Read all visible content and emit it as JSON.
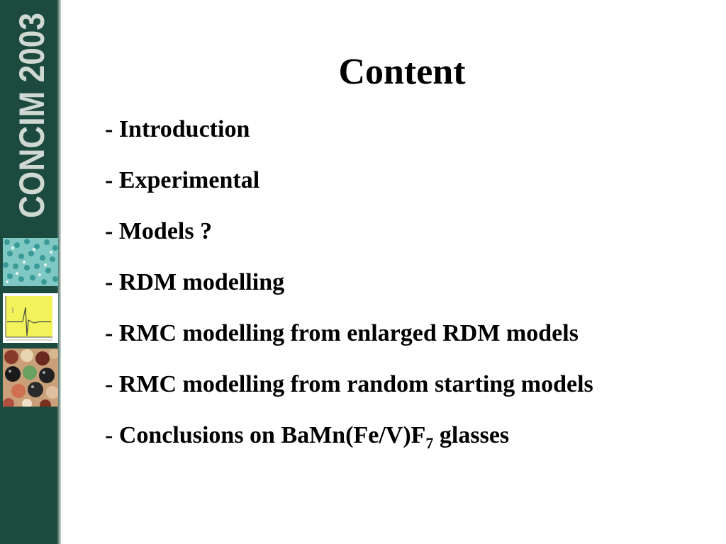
{
  "slide": {
    "sidebar": {
      "logo_text": "CONCIM 2003",
      "colors": {
        "band": "#1c4a3e",
        "logo_fill": "#cfd8d3"
      },
      "thumbnails": [
        "molecular-structure-image",
        "spectrum-graph-image",
        "glass-beads-image"
      ]
    },
    "title": "Content",
    "items": [
      {
        "dash": "- ",
        "text": "Introduction"
      },
      {
        "dash": "- ",
        "text": "Experimental"
      },
      {
        "dash": "- ",
        "text": "Models ?"
      },
      {
        "dash": "- ",
        "text": "RDM modelling"
      },
      {
        "dash": "- ",
        "text": "RMC modelling from enlarged RDM models"
      },
      {
        "dash": "- ",
        "text": "RMC modelling from random starting models"
      },
      {
        "dash": "- ",
        "text": "Conclusions on BaMn(Fe/V)F",
        "sub": "7",
        "after": " glasses"
      }
    ]
  }
}
